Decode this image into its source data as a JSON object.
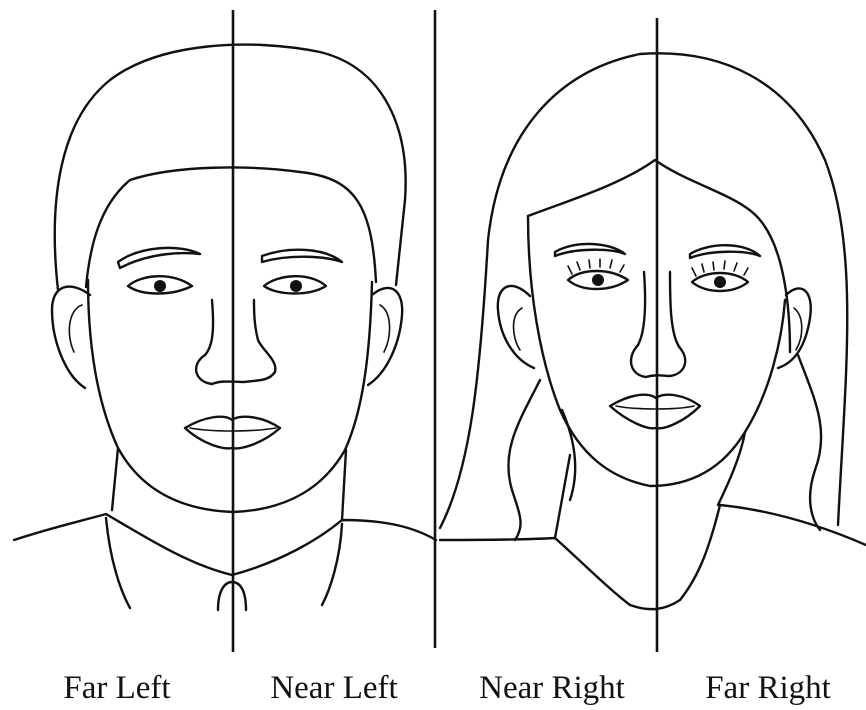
{
  "labels": {
    "far_left": "Far Left",
    "near_left": "Near Left",
    "near_right": "Near Right",
    "far_right": "Far Right"
  },
  "colors": {
    "ink": "#111111",
    "background": "#ffffff"
  }
}
